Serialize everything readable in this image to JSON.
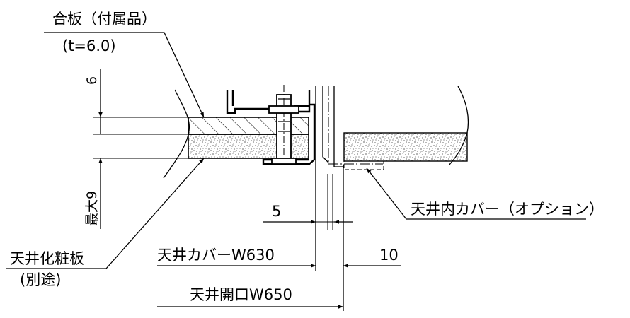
{
  "labels": {
    "plywood": "合板（付属品）",
    "plywood_thickness": "(t=6.0)",
    "dim_6": "6",
    "dim_max9": "最大9",
    "ceiling_board": "天井化粧板",
    "ceiling_board_note": "(別途)",
    "inner_cover": "天井内カバー（オプション）",
    "dim_5": "5",
    "dim_10": "10",
    "ceiling_cover": "天井カバーW630",
    "ceiling_opening": "天井開口W650"
  },
  "colors": {
    "line": "#000000",
    "background": "#ffffff"
  }
}
